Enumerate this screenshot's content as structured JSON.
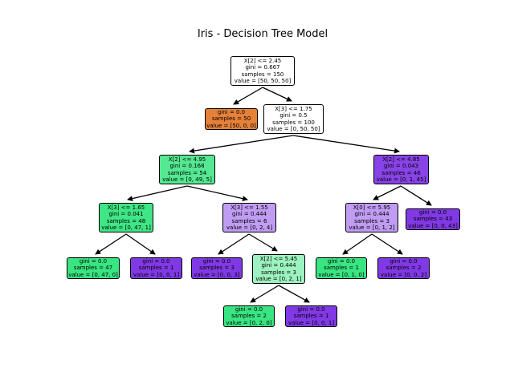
{
  "figure": {
    "title": "Iris - Decision Tree Model",
    "background": "#ffffff"
  },
  "class_colors": {
    "class_0": "#e58139",
    "class_1": "#39e581",
    "class_2": "#8139e5",
    "undecided_node": "#ffffff"
  },
  "tree": {
    "nodes": [
      {
        "id": "root",
        "parent": null,
        "fill": "#ffffff",
        "lines": [
          "X[2] <= 2.45",
          "gini = 0.667",
          "samples = 150",
          "value = [50, 50, 50]"
        ]
      },
      {
        "id": "leaf-setosa-50",
        "parent": "root",
        "fill": "#e58139",
        "lines": [
          "gini = 0.0",
          "samples = 50",
          "value = [50, 0, 0]"
        ]
      },
      {
        "id": "split-x3-175",
        "parent": "root",
        "fill": "#ffffff",
        "lines": [
          "X[3] <= 1.75",
          "gini = 0.5",
          "samples = 100",
          "value = [0, 50, 50]"
        ]
      },
      {
        "id": "split-x2-495",
        "parent": "split-x3-175",
        "fill": "#54e892",
        "lines": [
          "X[2] <= 4.95",
          "gini = 0.168",
          "samples = 54",
          "value = [0, 49, 5]"
        ]
      },
      {
        "id": "split-x2-485",
        "parent": "split-x3-175",
        "fill": "#8843e6",
        "lines": [
          "X[2] <= 4.85",
          "gini = 0.043",
          "samples = 46",
          "value = [0, 1, 45]"
        ]
      },
      {
        "id": "split-x3-165",
        "parent": "split-x2-495",
        "fill": "#3fe685",
        "lines": [
          "X[3] <= 1.65",
          "gini = 0.041",
          "samples = 48",
          "value = [0, 47, 1]"
        ]
      },
      {
        "id": "split-x3-155",
        "parent": "split-x2-495",
        "fill": "#c09cf2",
        "lines": [
          "X[3] <= 1.55",
          "gini = 0.444",
          "samples = 6",
          "value = [0, 2, 4]"
        ]
      },
      {
        "id": "split-x0-595",
        "parent": "split-x2-485",
        "fill": "#c09cf2",
        "lines": [
          "X[0] <= 5.95",
          "gini = 0.444",
          "samples = 3",
          "value = [0, 1, 2]"
        ]
      },
      {
        "id": "leaf-virg-43",
        "parent": "split-x2-485",
        "fill": "#8139e5",
        "lines": [
          "gini = 0.0",
          "samples = 43",
          "value = [0, 0, 43]"
        ]
      },
      {
        "id": "leaf-vers-47",
        "parent": "split-x3-165",
        "fill": "#39e581",
        "lines": [
          "gini = 0.0",
          "samples = 47",
          "value = [0, 47, 0]"
        ]
      },
      {
        "id": "leaf-virg-1a",
        "parent": "split-x3-165",
        "fill": "#8139e5",
        "lines": [
          "gini = 0.0",
          "samples = 1",
          "value = [0, 0, 1]"
        ]
      },
      {
        "id": "leaf-virg-3",
        "parent": "split-x3-155",
        "fill": "#8139e5",
        "lines": [
          "gini = 0.0",
          "samples = 3",
          "value = [0, 0, 3]"
        ]
      },
      {
        "id": "split-x2-545",
        "parent": "split-x3-155",
        "fill": "#9cf2c0",
        "lines": [
          "X[2] <= 5.45",
          "gini = 0.444",
          "samples = 3",
          "value = [0, 2, 1]"
        ]
      },
      {
        "id": "leaf-vers-1",
        "parent": "split-x0-595",
        "fill": "#39e581",
        "lines": [
          "gini = 0.0",
          "samples = 1",
          "value = [0, 1, 0]"
        ]
      },
      {
        "id": "leaf-virg-2",
        "parent": "split-x0-595",
        "fill": "#8139e5",
        "lines": [
          "gini = 0.0",
          "samples = 2",
          "value = [0, 0, 2]"
        ]
      },
      {
        "id": "leaf-vers-2",
        "parent": "split-x2-545",
        "fill": "#39e581",
        "lines": [
          "gini = 0.0",
          "samples = 2",
          "value = [0, 2, 0]"
        ]
      },
      {
        "id": "leaf-virg-1b",
        "parent": "split-x2-545",
        "fill": "#8139e5",
        "lines": [
          "gini = 0.0",
          "samples = 1",
          "value = [0, 0, 1]"
        ]
      }
    ]
  }
}
